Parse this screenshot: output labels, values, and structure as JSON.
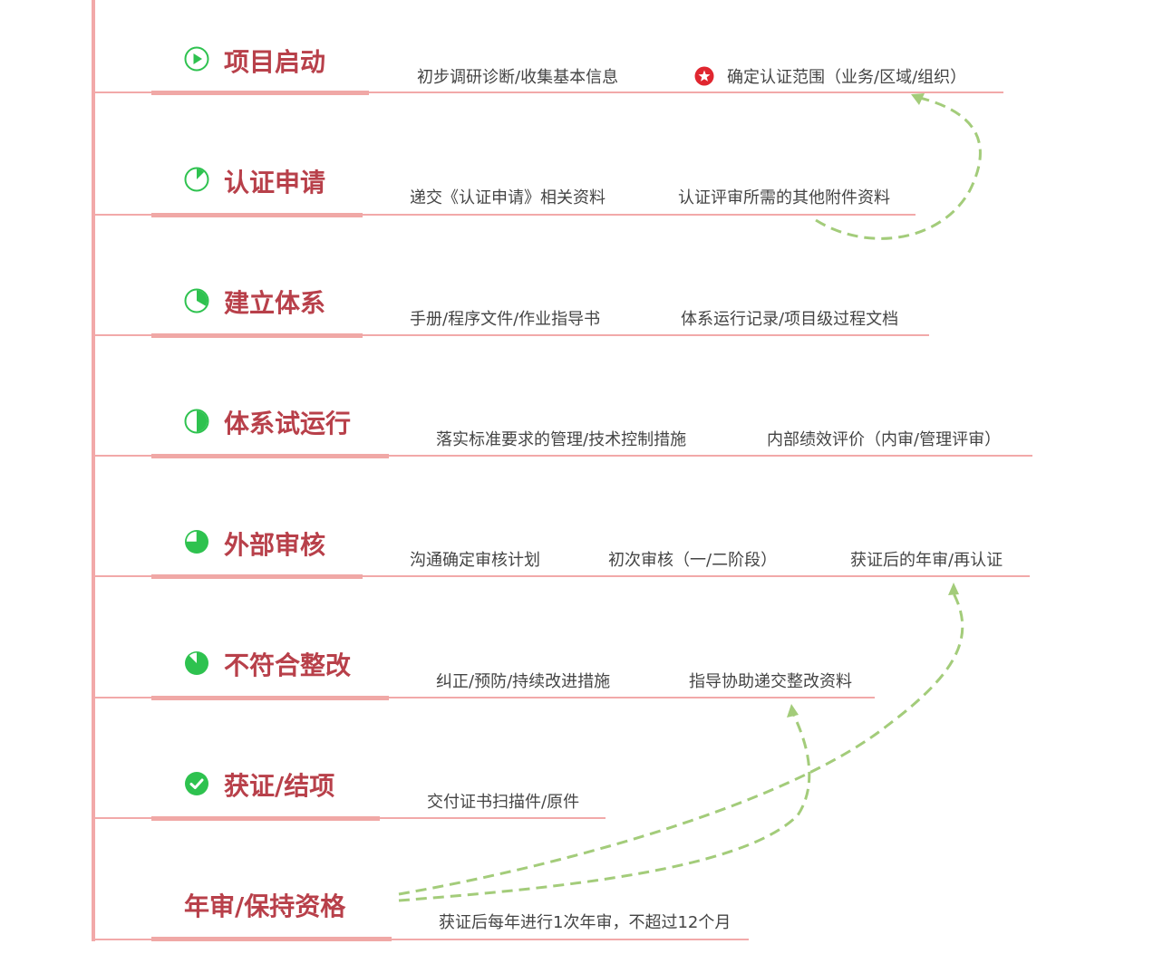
{
  "colors": {
    "timeline_line": "#f2a9a9",
    "title_text": "#b8404a",
    "icon_green": "#2ec24f",
    "desc_text": "#444444",
    "arrow_dash": "#a3cc7a",
    "star_red": "#e0262f"
  },
  "stages": [
    {
      "title": "项目启动",
      "icon": "play-circle-icon",
      "items": [
        "初步调研诊断/收集基本信息",
        "确定认证范围（业务/区域/组织）"
      ],
      "starred_item_index": 1
    },
    {
      "title": "认证申请",
      "icon": "progress-pie-1-8-icon",
      "items": [
        "递交《认证申请》相关资料",
        "认证评审所需的其他附件资料"
      ]
    },
    {
      "title": "建立体系",
      "icon": "progress-pie-1-3-icon",
      "items": [
        "手册/程序文件/作业指导书",
        "体系运行记录/项目级过程文档"
      ]
    },
    {
      "title": "体系试运行",
      "icon": "progress-pie-1-2-icon",
      "items": [
        "落实标准要求的管理/技术控制措施",
        "内部绩效评价（内审/管理评审）"
      ]
    },
    {
      "title": "外部审核",
      "icon": "progress-pie-3-4-icon",
      "items": [
        "沟通确定审核计划",
        "初次审核（一/二阶段）",
        "获证后的年审/再认证"
      ]
    },
    {
      "title": "不符合整改",
      "icon": "progress-pie-7-8-icon",
      "items": [
        "纠正/预防/持续改进措施",
        "指导协助递交整改资料"
      ]
    },
    {
      "title": "获证/结项",
      "icon": "check-circle-icon",
      "items": [
        "交付证书扫描件/原件"
      ]
    },
    {
      "title": "年审/保持资格",
      "icon": "",
      "items": [
        "获证后每年进行1次年审，不超过12个月"
      ]
    }
  ],
  "arrows": [
    {
      "from": "认证评审所需的其他附件资料",
      "to": "确定认证范围（业务/区域/组织）"
    },
    {
      "from": "年审/保持资格",
      "to": "获证后的年审/再认证"
    },
    {
      "from": "年审/保持资格",
      "to": "指导协助递交整改资料"
    }
  ]
}
